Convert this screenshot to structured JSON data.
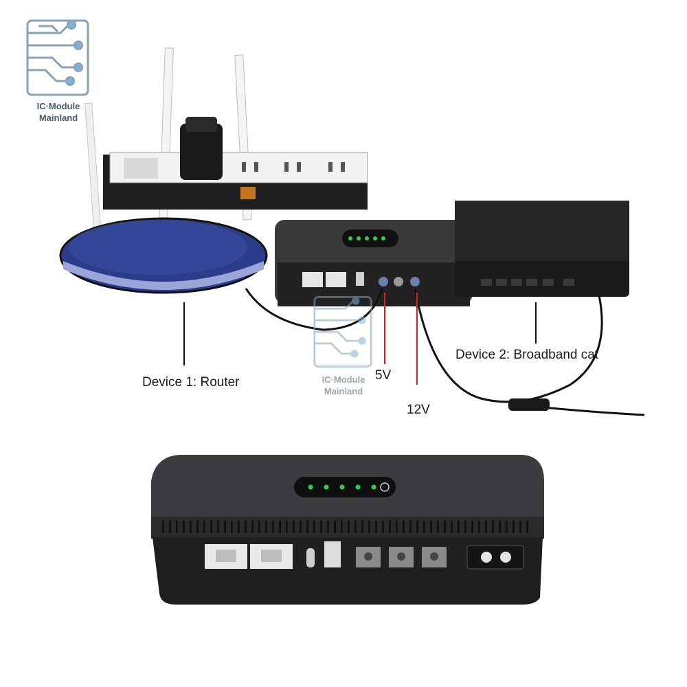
{
  "brand": {
    "line1": "IC·Module",
    "line2": "Mainland",
    "watermark_line1": "IC·Module",
    "watermark_line2": "Mainland"
  },
  "callouts": {
    "device1": "Device 1: Router",
    "device2": "Device 2: Broadband cat",
    "port_5v": "5V",
    "port_12v": "12V"
  },
  "product": {
    "battery_led_count": 5,
    "led_color": "#35d04a",
    "body_color": "#2b2b2e",
    "router_color": "#2c3c8a"
  }
}
